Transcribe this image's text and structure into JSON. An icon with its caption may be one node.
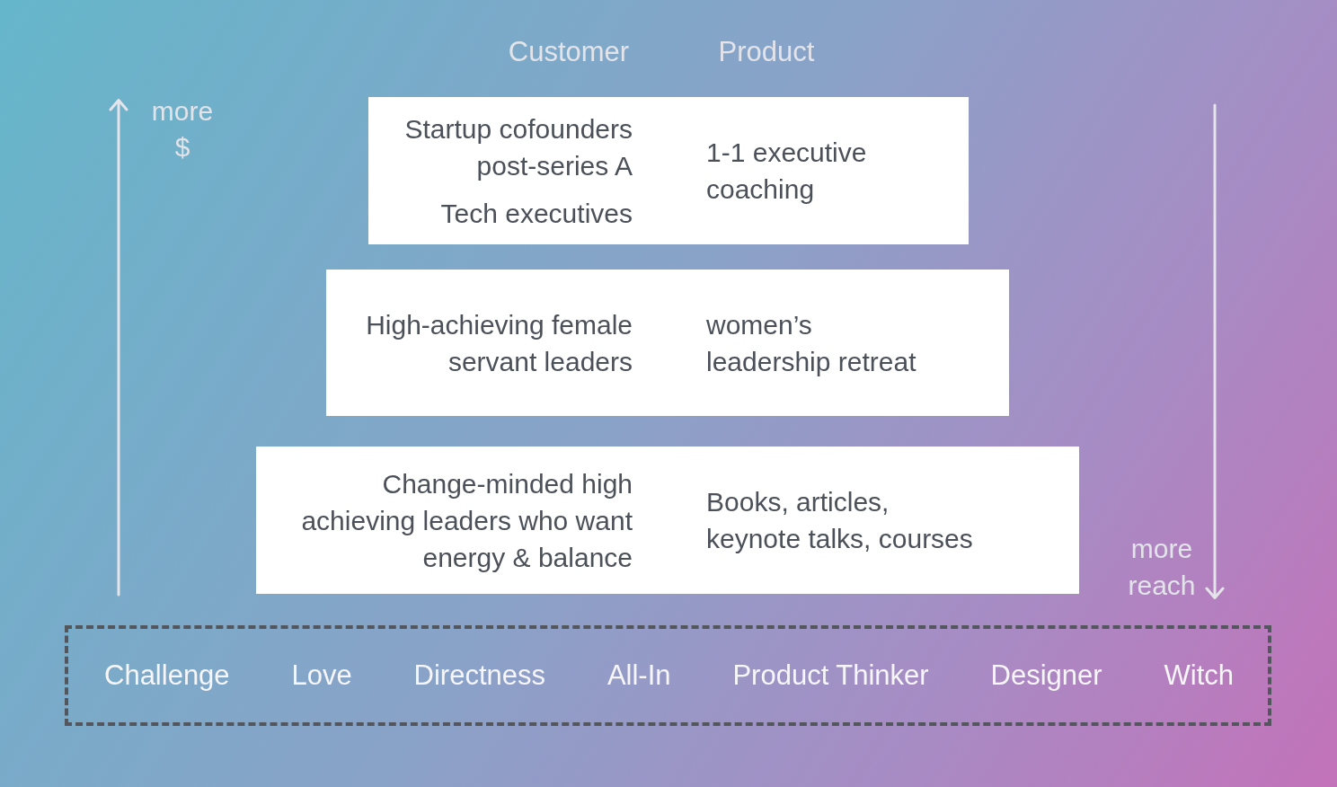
{
  "diagram": {
    "nodes": [
      {
        "text": [
          "Startup cofounders post-series A",
          "Tech executives",
          "1-1 executive coaching"
        ]
      },
      {
        "text": [
          "High-achieving female servant leaders",
          "women’s leadership retreat"
        ]
      },
      {
        "text": [
          "Change-minded high achieving leaders who want energy & balance",
          "Books, articles, keynote talks, courses"
        ]
      },
      {
        "text": [
          "Challenge",
          "Love",
          "Directness",
          "All-In",
          "Product Thinker",
          "Designer",
          "Witch"
        ]
      }
    ],
    "labels": [
      "Customer",
      "Product",
      "more $",
      "more reach"
    ]
  }
}
